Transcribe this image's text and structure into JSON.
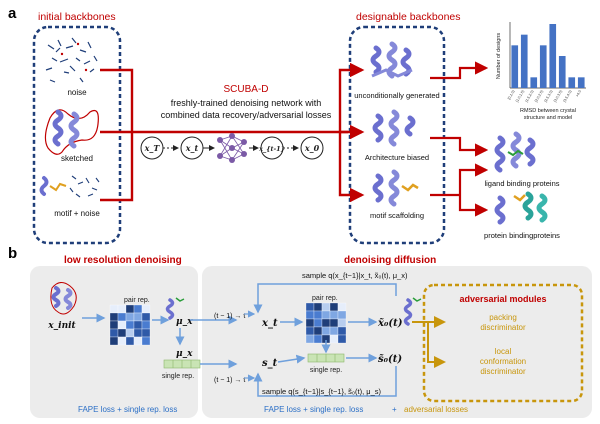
{
  "panel_a": {
    "letter": "a",
    "initial_title": "initial backbones",
    "designable_title": "designable backbones",
    "initial_items": [
      "noise",
      "sketched",
      "motif + noise"
    ],
    "designable_items": [
      "unconditionally generated",
      "Architecture biased",
      "motif scaffolding"
    ],
    "method_name": "SCUBA-D",
    "method_desc_1": "freshly-trained  denoising network with",
    "method_desc_2": "combined data recovery/adversarial losses",
    "chain_nodes": [
      "x_T",
      "x_t",
      "x_{t-1}",
      "x_0"
    ],
    "output_labels": [
      "ligand binding proteins",
      "protein bindingproteins"
    ],
    "chart_data": {
      "type": "bar",
      "categories": [
        "[0,1.0)",
        "[1.0,1.5)",
        "[1.5,2.0)",
        "[2.0,2.5)",
        "[2.5,3.0)",
        "[3.0,3.5)",
        "[3.5,4.0)",
        ">4.0"
      ],
      "values": [
        4,
        5,
        1,
        4,
        6,
        3,
        1,
        1
      ],
      "ylabel": "Number of designs",
      "xlabel_1": "RMSD between crystal",
      "xlabel_2": "structure and model",
      "ylim": [
        0,
        6
      ],
      "color": "#4472c4"
    }
  },
  "panel_b": {
    "letter": "b",
    "low_res_title": "low resolution  denoising",
    "diffusion_title": "denoising  diffusion",
    "x_init": "x_init",
    "pair_rep_1": "pair rep.",
    "pair_rep_2": "pair rep.",
    "single_rep_1": "single rep.",
    "single_rep_2": "single rep.",
    "mu_x_1": "μ_x",
    "mu_x_2": "μ_x",
    "x_t": "x_t",
    "s_t": "s_t",
    "x0_hat": "x̃₀(t)",
    "s0_hat": "s̃₀(t)",
    "time_step_1": "(t − 1) → t",
    "time_step_2": "(t − 1) → t",
    "sample_top": "sample q(x_{t−1}|x_t, x̃₀(t), μ_x)",
    "sample_bottom": "sample q(s_{t−1}|s_{t−1}, s̃₀(t), μ_s)",
    "adversarial_title": "adversarial modules",
    "packing_1": "packing",
    "packing_2": "discriminator",
    "local_1": "local",
    "local_2": "conformation",
    "local_3": "discriminator",
    "loss_left": "FAPE loss + single rep. loss",
    "loss_right_1": "FAPE loss + single rep. loss",
    "loss_plus": "+",
    "loss_right_2": "adversarial losses"
  },
  "colors": {
    "red": "#c00000",
    "dark_red": "#b0001a",
    "navy": "#1f3e79",
    "light_blue": "#6fa0dc",
    "gold": "#c8960c",
    "panel_bg": "#ececec"
  }
}
